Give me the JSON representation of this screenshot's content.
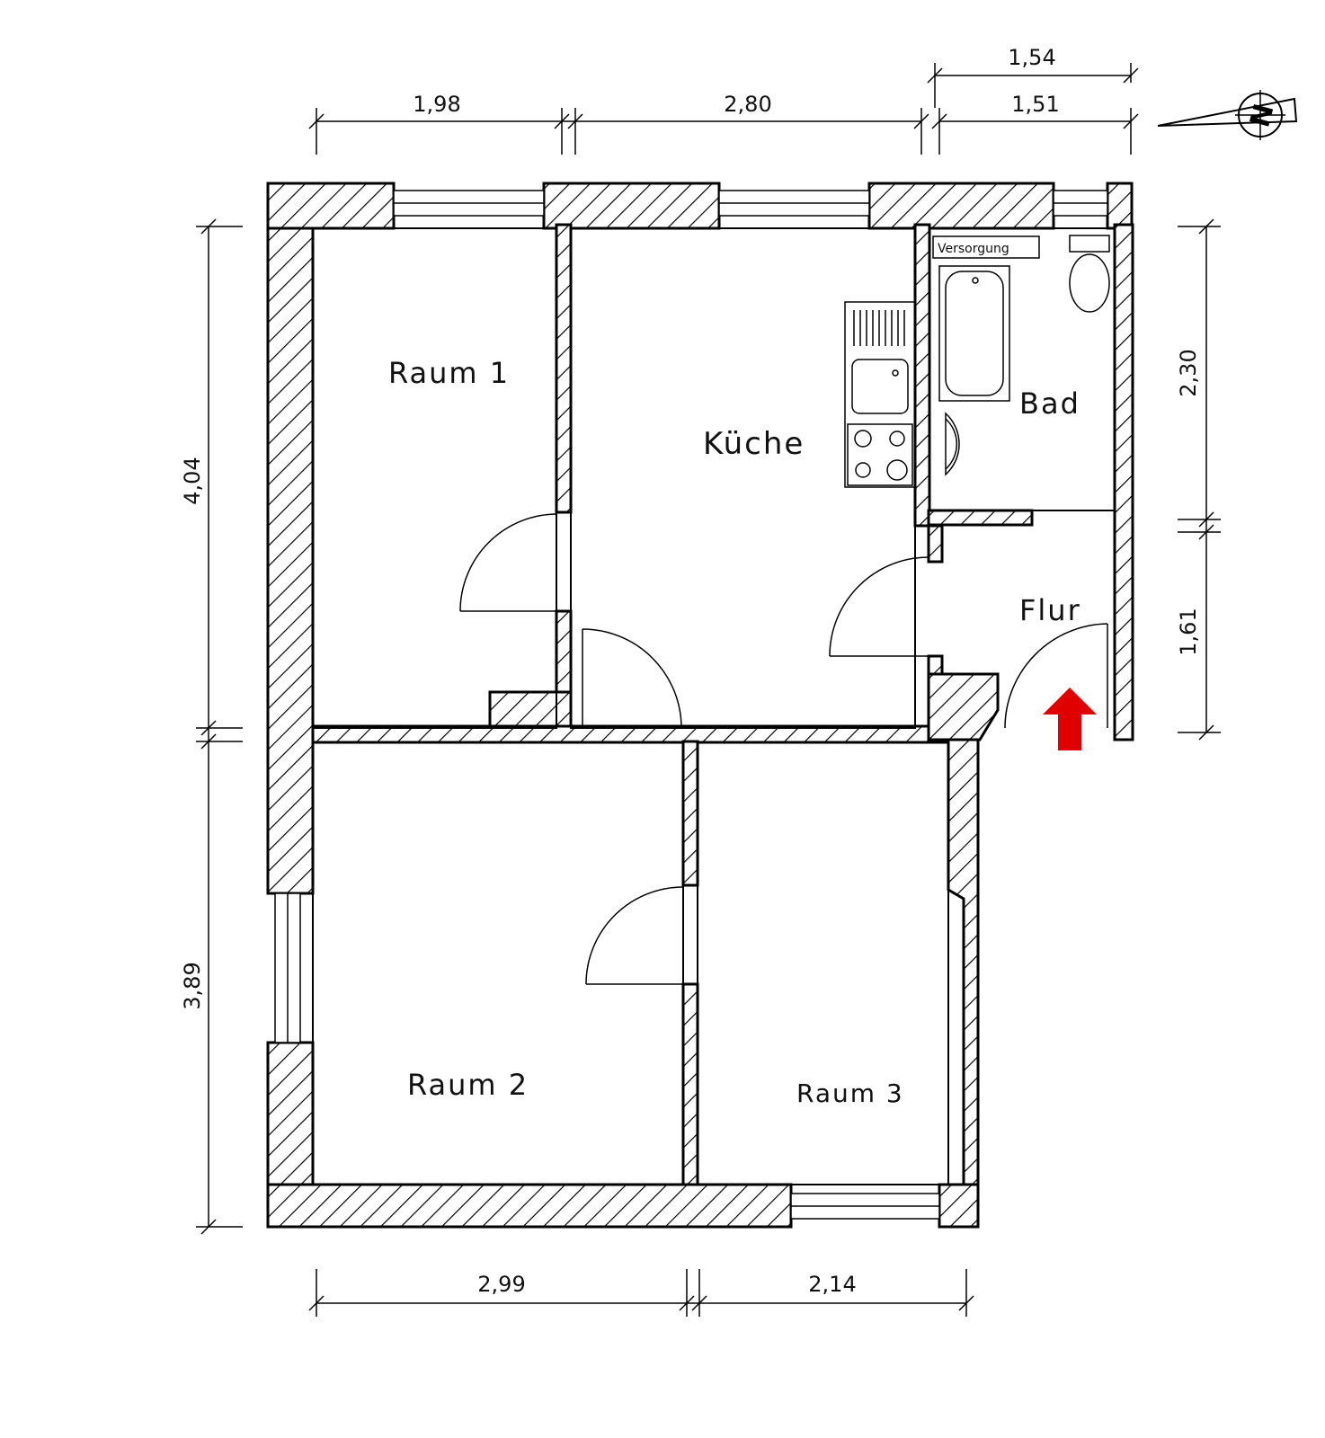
{
  "rooms": {
    "raum1": "Raum 1",
    "kueche": "Küche",
    "bad": "Bad",
    "flur": "Flur",
    "raum2": "Raum 2",
    "raum3": "Raum 3",
    "versorgung": "Versorgung"
  },
  "dimensions": {
    "top_overall": "1,54",
    "top_1": "1,98",
    "top_2": "2,80",
    "top_3": "1,51",
    "left_upper": "4,04",
    "left_lower": "3,89",
    "right_upper": "2,30",
    "right_lower": "1,61",
    "bottom_1": "2,99",
    "bottom_2": "2,14"
  },
  "compass": {
    "north_letter": "N"
  },
  "colors": {
    "entrance_arrow": "#e00000",
    "lines": "#000000",
    "background": "#ffffff"
  },
  "icons": {
    "entrance": "entrance-arrow-icon",
    "compass": "north-compass-icon"
  }
}
